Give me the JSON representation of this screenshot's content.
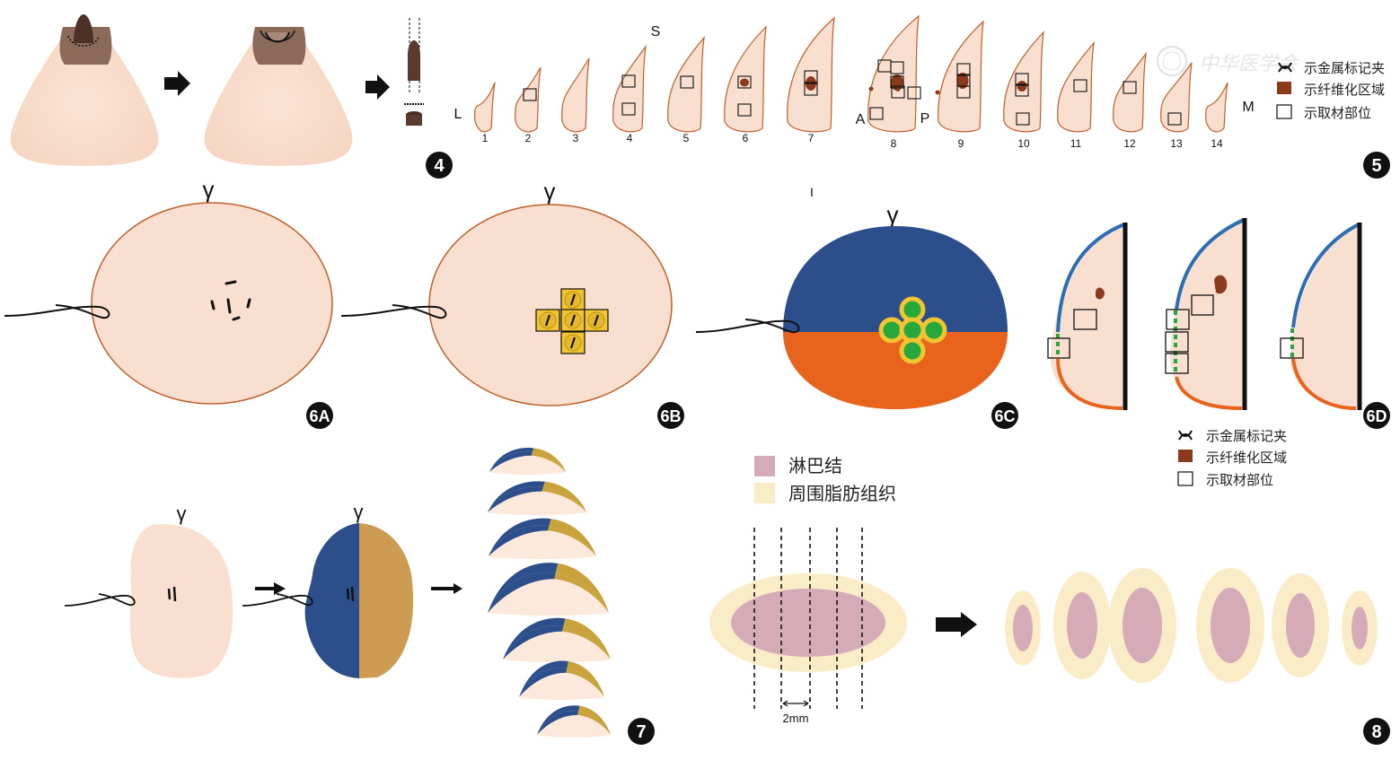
{
  "panel_labels": {
    "p4": "4",
    "p5": "5",
    "p6a": "6A",
    "p6b": "6B",
    "p6c": "6C",
    "p6d": "6D",
    "p7": "7",
    "p8": "8"
  },
  "orientation": {
    "superior": "S",
    "lateral": "L",
    "medial": "M",
    "anterior": "A",
    "posterior": "P",
    "inferior": "I"
  },
  "slice_numbers": [
    "1",
    "2",
    "3",
    "4",
    "5",
    "6",
    "7",
    "8",
    "9",
    "10",
    "11",
    "12",
    "13",
    "14"
  ],
  "legend_top": {
    "clip": "示金属标记夹",
    "fibrosis": "示纤维化区域",
    "sampling": "示取材部位"
  },
  "legend_mid": {
    "clip": "示金属标记夹",
    "fibrosis": "示纤维化区域",
    "sampling": "示取材部位"
  },
  "legend_lymph": {
    "node": "淋巴结",
    "fat": "周围脂肪组织"
  },
  "scale_label": "2mm",
  "watermark": "中华医学会",
  "colors": {
    "tissue": "#f9dfcf",
    "tissue_edge": "#c0602a",
    "brown": "#8b3a1c",
    "blue": "#2c4f8c",
    "orange": "#e8641c",
    "gold": "#c9a23c",
    "yellow": "#f2c530",
    "green": "#27a83c",
    "node": "#d5abb8",
    "fat": "#fbecc8"
  }
}
